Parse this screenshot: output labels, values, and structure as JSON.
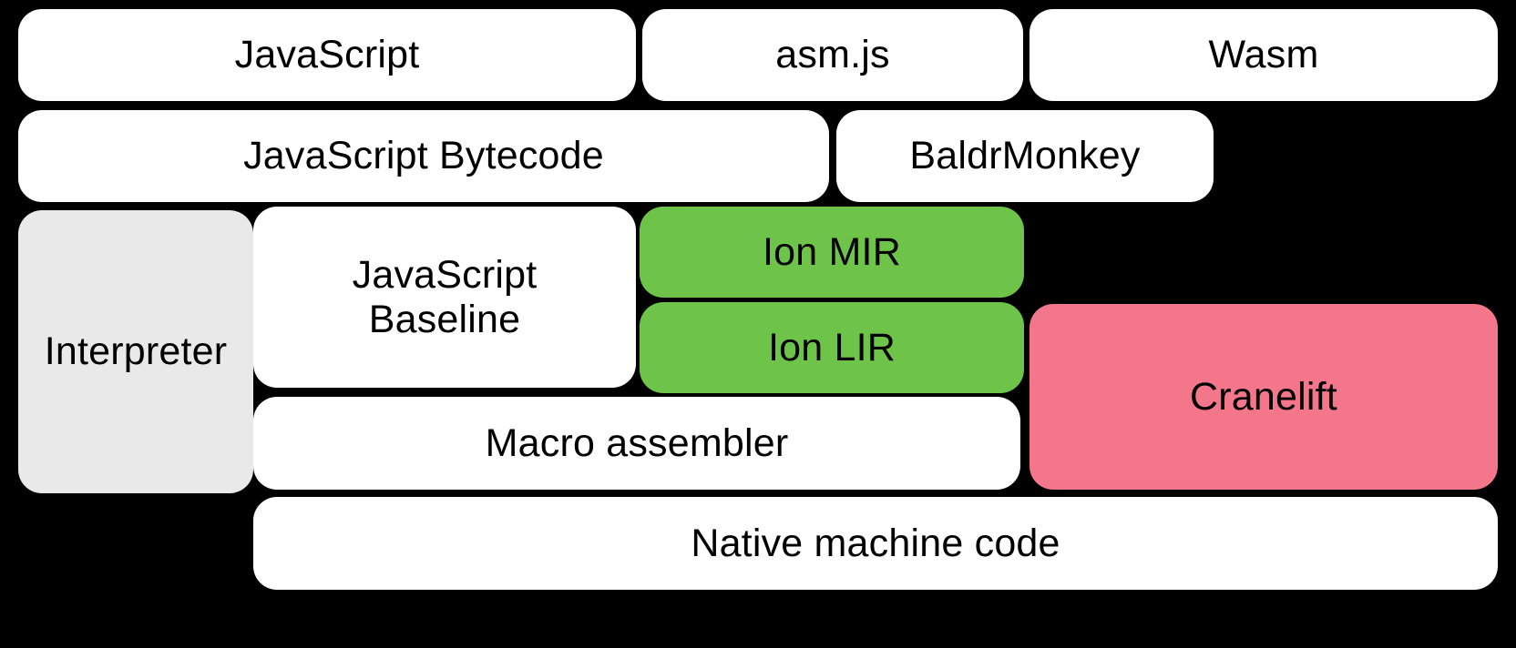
{
  "diagram": {
    "title": "SpiderMonkey JavaScript and WebAssembly compilation pipeline",
    "background_color": "#000000",
    "colors": {
      "white": "#ffffff",
      "grey": "#e9e9e9",
      "green": "#6ec448",
      "pink": "#f4768a",
      "text": "#000000"
    },
    "nodes": {
      "javascript": "JavaScript",
      "asmjs": "asm.js",
      "wasm": "Wasm",
      "js_bytecode": "JavaScript Bytecode",
      "baldrmonkey": "BaldrMonkey",
      "interpreter": "Interpreter",
      "js_baseline": "JavaScript\nBaseline",
      "ion_mir": "Ion MIR",
      "ion_lir": "Ion LIR",
      "macro_assembler": "Macro assembler",
      "cranelift": "Cranelift",
      "native_code": "Native machine code"
    }
  }
}
